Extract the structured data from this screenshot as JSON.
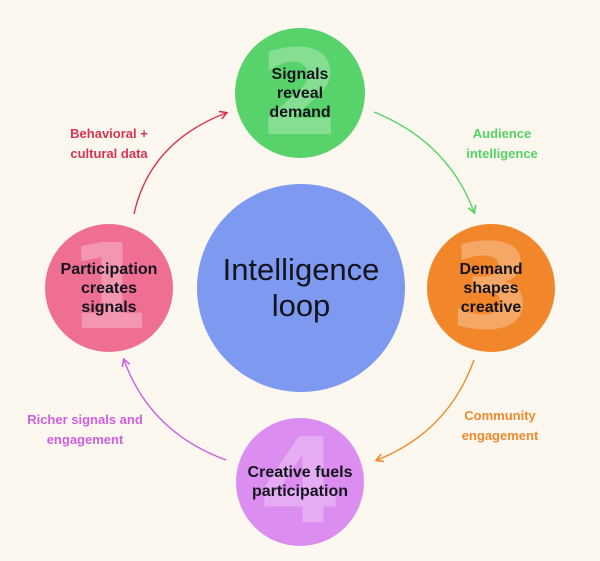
{
  "center": {
    "label": "Intelligence\nloop",
    "color": "#7e9af0"
  },
  "nodes": [
    {
      "number": "1",
      "label": "Participation\ncreates\nsignals",
      "color": "#ef6f93"
    },
    {
      "number": "2",
      "label": "Signals\nreveal\ndemand",
      "color": "#58d26a"
    },
    {
      "number": "3",
      "label": "Demand\nshapes\ncreative",
      "color": "#f2862a"
    },
    {
      "number": "4",
      "label": "Creative fuels\nparticipation",
      "color": "#dc8df0"
    }
  ],
  "edges": [
    {
      "label": "Behavioral +\ncultural data",
      "color": "#d9334f"
    },
    {
      "label": "Audience\nintelligence",
      "color": "#55d266"
    },
    {
      "label": "Community\nengagement",
      "color": "#ef8a2e"
    },
    {
      "label": "Richer signals and\nengagement",
      "color": "#cf5fe0"
    }
  ]
}
